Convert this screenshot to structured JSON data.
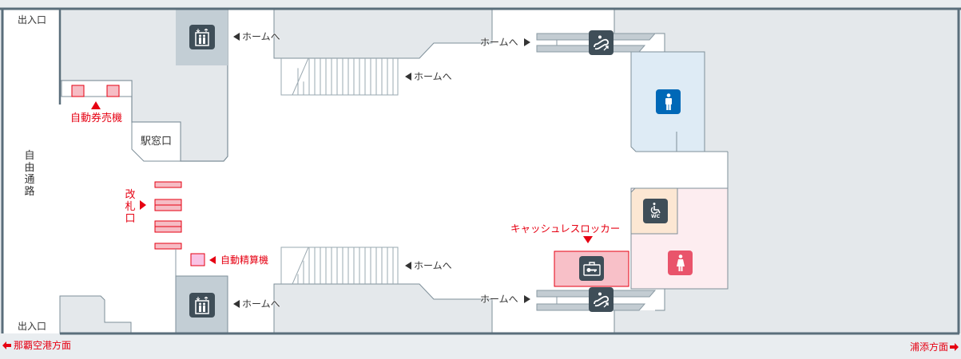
{
  "labels": {
    "exit_top": "出入口",
    "exit_bottom": "出入口",
    "free_passage": "自由通路",
    "ticket_machines": "自動券売機",
    "ticket_office": "駅窓口",
    "ticket_gates": "改札口",
    "fare_adjustment": "自動精算機",
    "to_platform": "ホームへ",
    "cashless_locker": "キャッシュレスロッカー",
    "direction_left": "那覇空港方面",
    "direction_right": "浦添方面"
  },
  "icons": {
    "elevator": "elevator-icon",
    "escalator": "escalator-icon",
    "mens_toilet": "mens-toilet-icon",
    "accessible_toilet": "accessible-toilet-icon",
    "accessible_toilet_text": "WC",
    "womens_toilet": "womens-toilet-icon",
    "locker": "locker-icon"
  },
  "colors": {
    "accent_red": "#e60012",
    "mens": "#0068b7",
    "womens": "#e9546b",
    "icon_dark": "#3f4e58"
  }
}
